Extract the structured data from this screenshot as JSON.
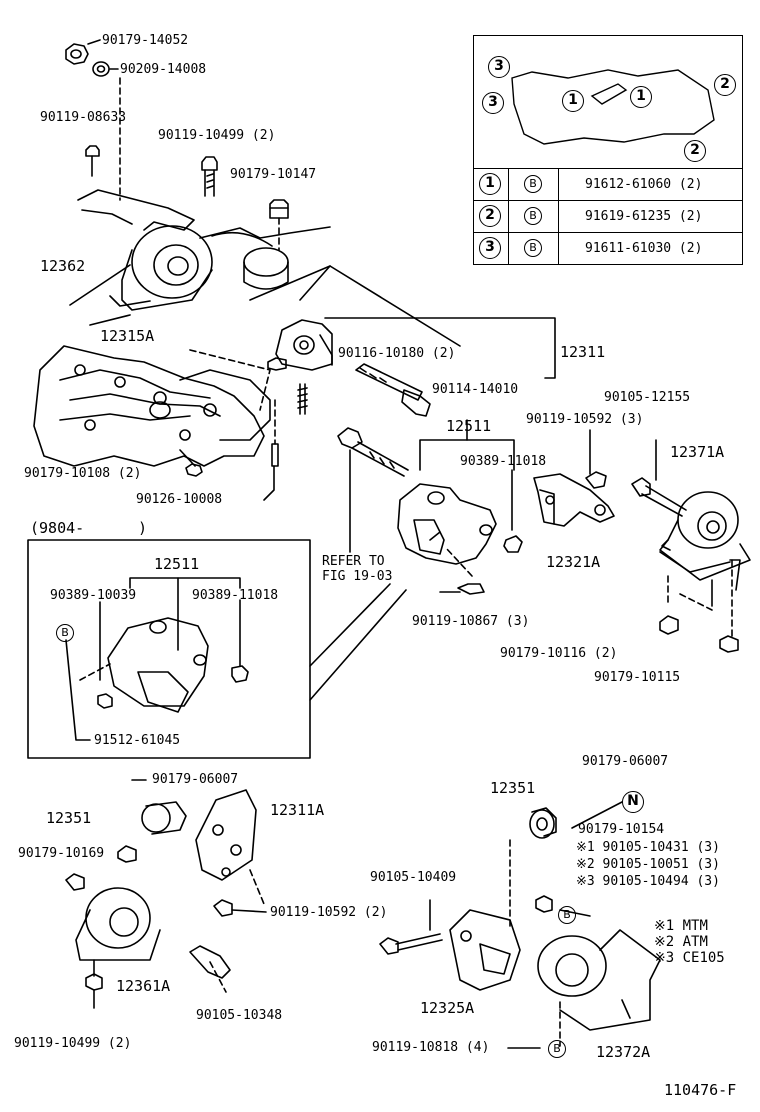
{
  "diagram": {
    "code": "110476-F",
    "inset": {
      "markers": [
        "3",
        "3",
        "1",
        "1",
        "2",
        "2"
      ],
      "table": [
        {
          "num": "1",
          "mark": "B",
          "part": "91612-61060 (2)"
        },
        {
          "num": "2",
          "mark": "B",
          "part": "91619-61235 (2)"
        },
        {
          "num": "3",
          "mark": "B",
          "part": "91611-61030 (2)"
        }
      ]
    },
    "subgroup": {
      "range_label": "(9804-",
      "range_close": ")",
      "assy": "12511",
      "left_part": "90389-10039",
      "right_part": "90389-11018",
      "bolt_mark": "B",
      "bolt": "91512-61045"
    },
    "refer": {
      "line1": "REFER TO",
      "line2": "FIG 19-03"
    },
    "labels": {
      "p1": "90179-14052",
      "p2": "90209-14008",
      "p3": "90119-08633",
      "p4": "90119-10499 (2)",
      "p5": "90179-10147",
      "p6": "12362",
      "p7": "12315A",
      "p8": "90116-10180 (2)",
      "p9": "12311",
      "p10": "90114-14010",
      "p11": "90179-10108 (2)",
      "p12": "90126-10008",
      "p13": "12511",
      "p14": "90119-10592 (3)",
      "p15": "90105-12155",
      "p16": "90389-11018",
      "p17": "12371A",
      "p18": "12321A",
      "p19": "90119-10867 (3)",
      "p20": "90179-10116 (2)",
      "p21": "90179-10115",
      "p22": "90179-06007",
      "p23": "12351",
      "p24": "12311A",
      "p25": "90179-10169",
      "p26": "90119-10592 (2)",
      "p27": "12361A",
      "p28": "90105-10348",
      "p29": "90119-10499 (2)",
      "p30": "90179-06007",
      "p31": "12351",
      "p32": "90179-10154",
      "p33": "※1 90105-10431 (3)",
      "p34": "※2 90105-10051 (3)",
      "p35": "※3 90105-10494 (3)",
      "p36": "90105-10409",
      "p37": "12325A",
      "p38": "12372A",
      "p39": "90119-10818 (4)"
    },
    "marks": {
      "n": "N",
      "b1": "B",
      "b2": "B"
    },
    "notes": [
      "※1  MTM",
      "※2  ATM",
      "※3  CE105"
    ]
  }
}
